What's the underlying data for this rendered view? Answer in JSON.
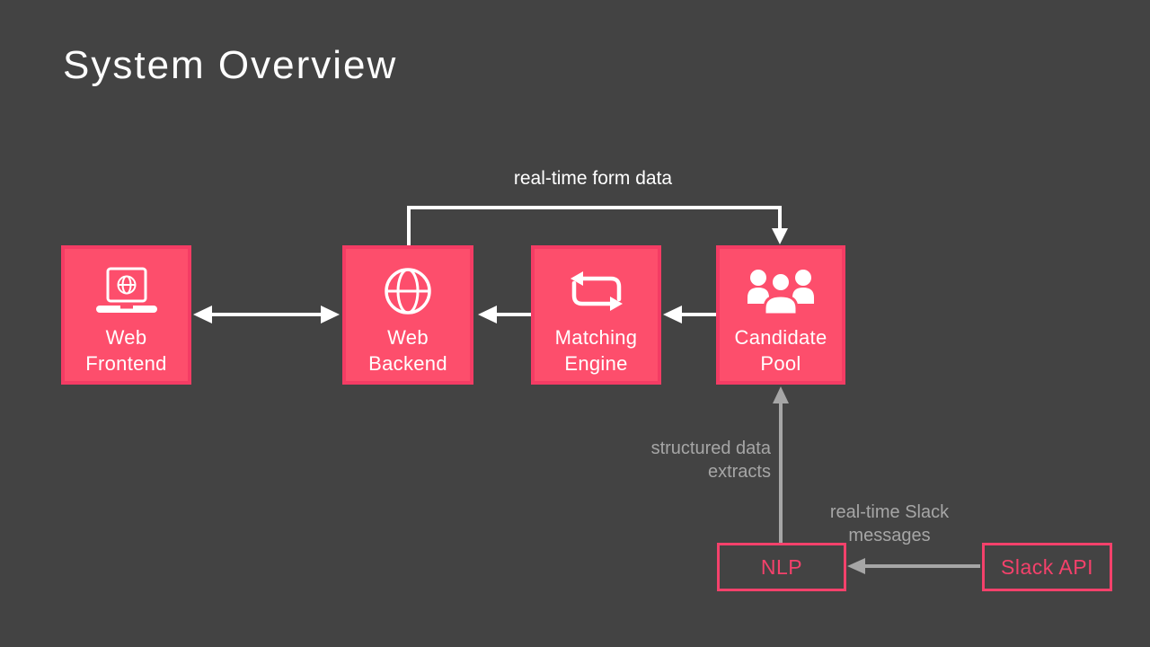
{
  "slide": {
    "title": "System Overview"
  },
  "nodes": {
    "web_frontend": {
      "line1": "Web",
      "line2": "Frontend",
      "icon": "laptop-globe-icon"
    },
    "web_backend": {
      "line1": "Web",
      "line2": "Backend",
      "icon": "globe-icon"
    },
    "matching_engine": {
      "line1": "Matching",
      "line2": "Engine",
      "icon": "swap-arrows-icon"
    },
    "candidate_pool": {
      "line1": "Candidate",
      "line2": "Pool",
      "icon": "users-icon"
    },
    "nlp": {
      "label": "NLP"
    },
    "slack_api": {
      "label": "Slack API"
    }
  },
  "edge_labels": {
    "form_data": "real-time form data",
    "structured_data_line1": "structured data",
    "structured_data_line2": "extracts",
    "slack_messages_line1": "real-time Slack",
    "slack_messages_line2": "messages"
  },
  "colors": {
    "background": "#434343",
    "node_fill": "#fd4e6c",
    "node_border": "#f43c64",
    "outline_accent": "#f4416b",
    "connector_white": "#ffffff",
    "connector_gray": "#a6a6a6",
    "text_white": "#ffffff"
  }
}
